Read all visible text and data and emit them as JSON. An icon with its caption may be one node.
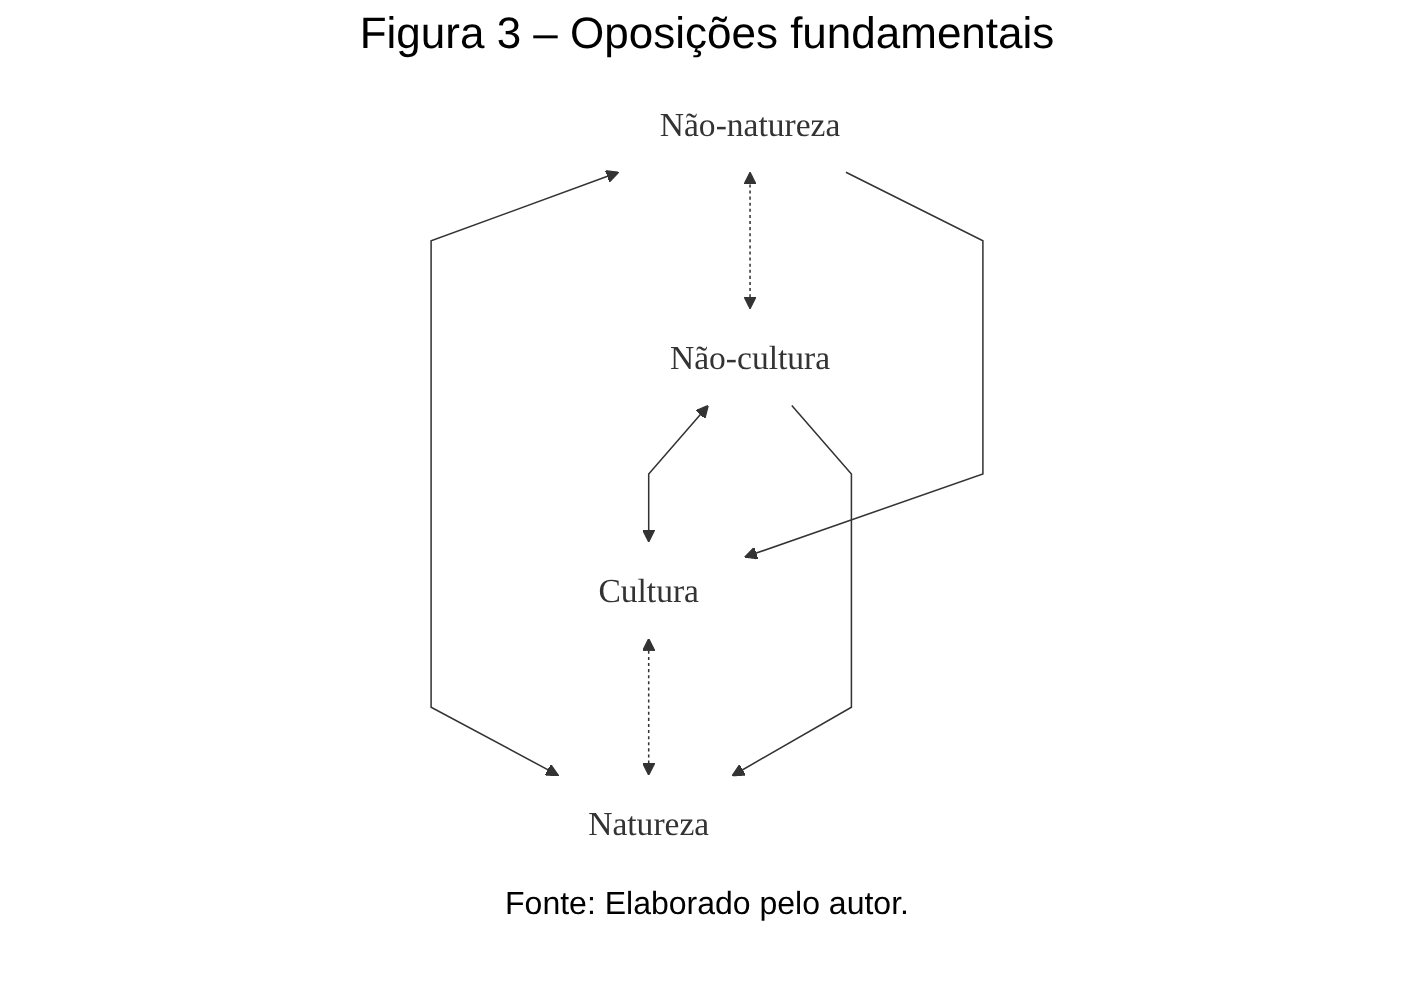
{
  "diagram": {
    "title": "Figura 3 – Oposições fundamentais",
    "nodes": [
      {
        "text": [
          "Natureza"
        ]
      },
      {
        "text": [
          "Cultura"
        ]
      },
      {
        "text": [
          "Não-cultura"
        ]
      },
      {
        "text": [
          "Não-natureza"
        ]
      }
    ],
    "edges": [
      {
        "from": 0,
        "to": 1,
        "arrow": "both",
        "style": "dashed"
      },
      {
        "from": 2,
        "to": 0,
        "arrow": "to"
      },
      {
        "from": 3,
        "to": 1,
        "arrow": "to"
      },
      {
        "from": 0,
        "to": 3,
        "arrow": "both"
      },
      {
        "from": 1,
        "to": 2,
        "arrow": "both"
      },
      {
        "from": 2,
        "to": 3,
        "arrow": "both",
        "style": "dashed"
      }
    ],
    "caption": "Fonte: Elaborado pelo autor."
  }
}
